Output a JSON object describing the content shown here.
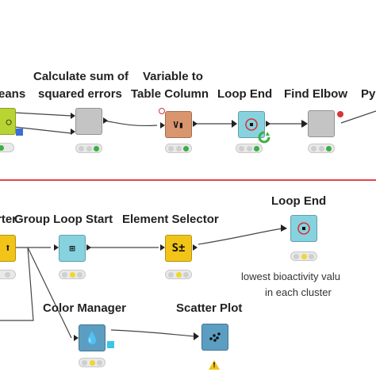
{
  "workflow_top": {
    "nodes": [
      {
        "id": "kmeans",
        "label": "eans"
      },
      {
        "id": "sum_sq",
        "label_line1": "Calculate sum of",
        "label_line2": "squared errors"
      },
      {
        "id": "var_col",
        "label_line1": "Variable to",
        "label_line2": "Table Column"
      },
      {
        "id": "loop_end_top",
        "label": "Loop End"
      },
      {
        "id": "find_elbow",
        "label": "Find Elbow"
      },
      {
        "id": "python",
        "label": "Py"
      }
    ]
  },
  "workflow_bottom": {
    "nodes": [
      {
        "id": "loop_starter",
        "label": "rter"
      },
      {
        "id": "group_loop",
        "label": "Group Loop Start"
      },
      {
        "id": "element_selector",
        "label": "Element Selector"
      },
      {
        "id": "loop_end_bottom",
        "label": "Loop End"
      },
      {
        "id": "color_manager",
        "label": "Color Manager"
      },
      {
        "id": "scatter_plot",
        "label": "Scatter Plot"
      }
    ],
    "annotation_line1": "lowest bioactivity valu",
    "annotation_line2": "in each cluster"
  },
  "colors": {
    "learner": "#b7d432",
    "manipulator": "#c4c4c4",
    "flow_var": "#d9956d",
    "loop": "#86d3df",
    "other": "#f2c418",
    "visualizer": "#5b9ec2",
    "divider": "#e8434a"
  }
}
